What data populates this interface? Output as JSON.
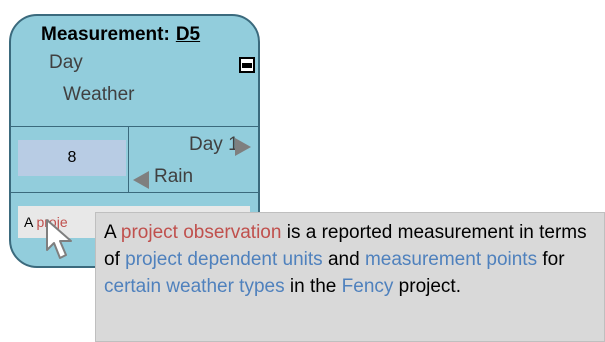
{
  "widget": {
    "title_prefix": "Measurement:",
    "title_code": "D5",
    "day_label": "Day",
    "weather_label": "Weather",
    "value": "8",
    "day_value": "Day 1",
    "weather_value": "Rain",
    "description_prefix": "A ",
    "description_project": "proje"
  },
  "tooltip": {
    "p1": "A ",
    "p2": "project observation",
    "p3": " is a reported measurement in terms of ",
    "p4": "project dependent units",
    "p5": " and ",
    "p6": "measurement points",
    "p7": " for ",
    "p8": "certain weather types",
    "p9": " in the  ",
    "p10": "Fency",
    "p11": " project."
  },
  "icons": {
    "collapse": "minus-box-icon",
    "next": "triangle-right-icon",
    "previous": "triangle-left-icon",
    "cursor": "mouse-pointer-icon"
  },
  "colors": {
    "widget_bg": "#92cddc",
    "value_bg": "#b8cce4",
    "highlight_red": "#c0504d",
    "highlight_blue": "#4f81bd",
    "tooltip_bg": "#d9d9d9"
  }
}
